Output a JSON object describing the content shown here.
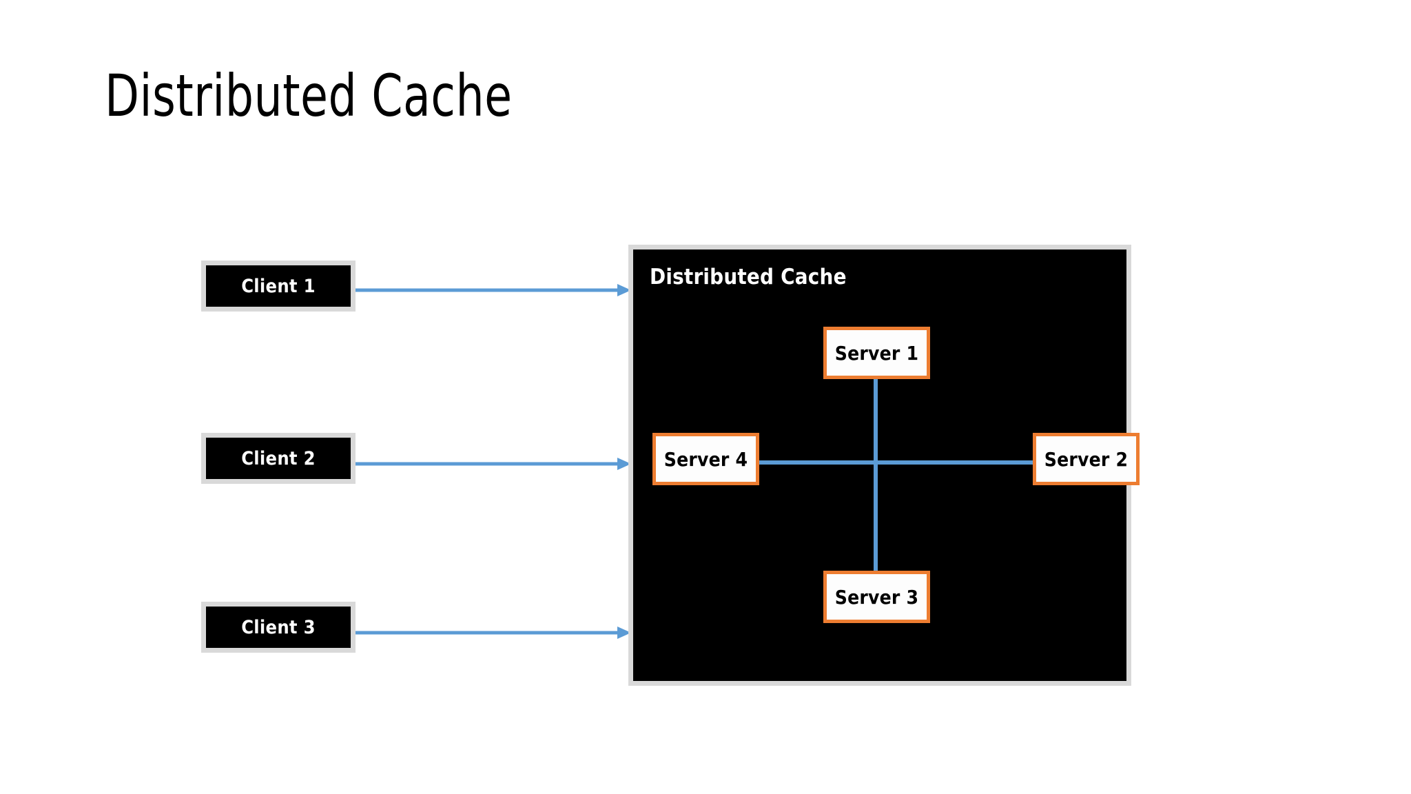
{
  "slide": {
    "title": "Distributed Cache",
    "background_color": "#FFFFFF"
  },
  "colors": {
    "client_fill": "#000000",
    "client_border": "#D9D9D9",
    "client_text": "#FFFFFF",
    "panel_fill": "#000000",
    "panel_border": "#D9D9D9",
    "panel_text": "#FFFFFF",
    "server_fill": "#FDFDFD",
    "server_border": "#ED7D31",
    "server_text": "#000000",
    "connector": "#5B9BD5",
    "arrow": "#5B9BD5"
  },
  "clients": [
    {
      "label": "Client 1"
    },
    {
      "label": "Client 2"
    },
    {
      "label": "Client 3"
    }
  ],
  "arrows": [
    {
      "from": "Client 1",
      "to": "Distributed Cache",
      "direction": "right"
    },
    {
      "from": "Client 2",
      "to": "Distributed Cache",
      "direction": "right"
    },
    {
      "from": "Client 3",
      "to": "Distributed Cache",
      "direction": "right"
    }
  ],
  "cache_panel": {
    "title": "Distributed Cache",
    "servers": [
      {
        "label": "Server 1",
        "position": "top"
      },
      {
        "label": "Server 2",
        "position": "right"
      },
      {
        "label": "Server 3",
        "position": "bottom"
      },
      {
        "label": "Server 4",
        "position": "left"
      }
    ],
    "connections": [
      {
        "from": "Server 1",
        "to": "Server 3",
        "orientation": "vertical"
      },
      {
        "from": "Server 4",
        "to": "Server 2",
        "orientation": "horizontal"
      }
    ]
  }
}
